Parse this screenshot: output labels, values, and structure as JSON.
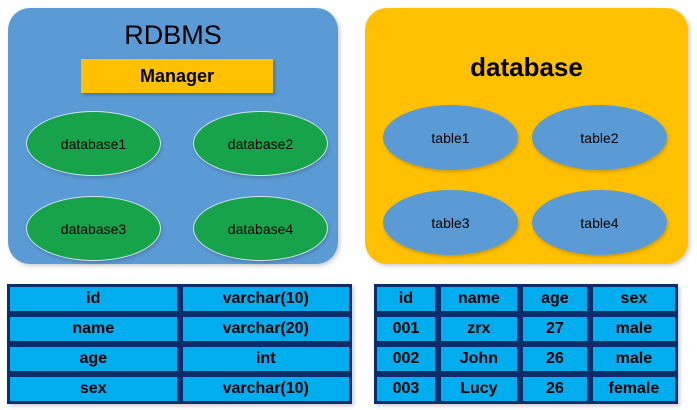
{
  "colors": {
    "panel_blue": "#5B9BD5",
    "panel_orange": "#FFC000",
    "ellipse_green": "#16A34A",
    "table_cyan": "#00AEEF",
    "table_border_navy": "#0B2D69",
    "background": "#FFFFFF"
  },
  "rdbms_panel": {
    "title": "RDBMS",
    "manager_label": "Manager",
    "ellipses": [
      {
        "label": "database1"
      },
      {
        "label": "database2"
      },
      {
        "label": "database3"
      },
      {
        "label": "database4"
      }
    ]
  },
  "database_panel": {
    "title": "database",
    "ellipses": [
      {
        "label": "table1"
      },
      {
        "label": "table2"
      },
      {
        "label": "table3"
      },
      {
        "label": "table4"
      }
    ]
  },
  "schema_table": {
    "rows": [
      {
        "field": "id",
        "type": "varchar(10)"
      },
      {
        "field": "name",
        "type": "varchar(20)"
      },
      {
        "field": "age",
        "type": "int"
      },
      {
        "field": "sex",
        "type": "varchar(10)"
      }
    ]
  },
  "rows_table": {
    "headers": {
      "id": "id",
      "name": "name",
      "age": "age",
      "sex": "sex"
    },
    "rows": [
      {
        "id": "001",
        "name": "zrx",
        "age": "27",
        "sex": "male"
      },
      {
        "id": "002",
        "name": "John",
        "age": "26",
        "sex": "male"
      },
      {
        "id": "003",
        "name": "Lucy",
        "age": "26",
        "sex": "female"
      }
    ]
  }
}
